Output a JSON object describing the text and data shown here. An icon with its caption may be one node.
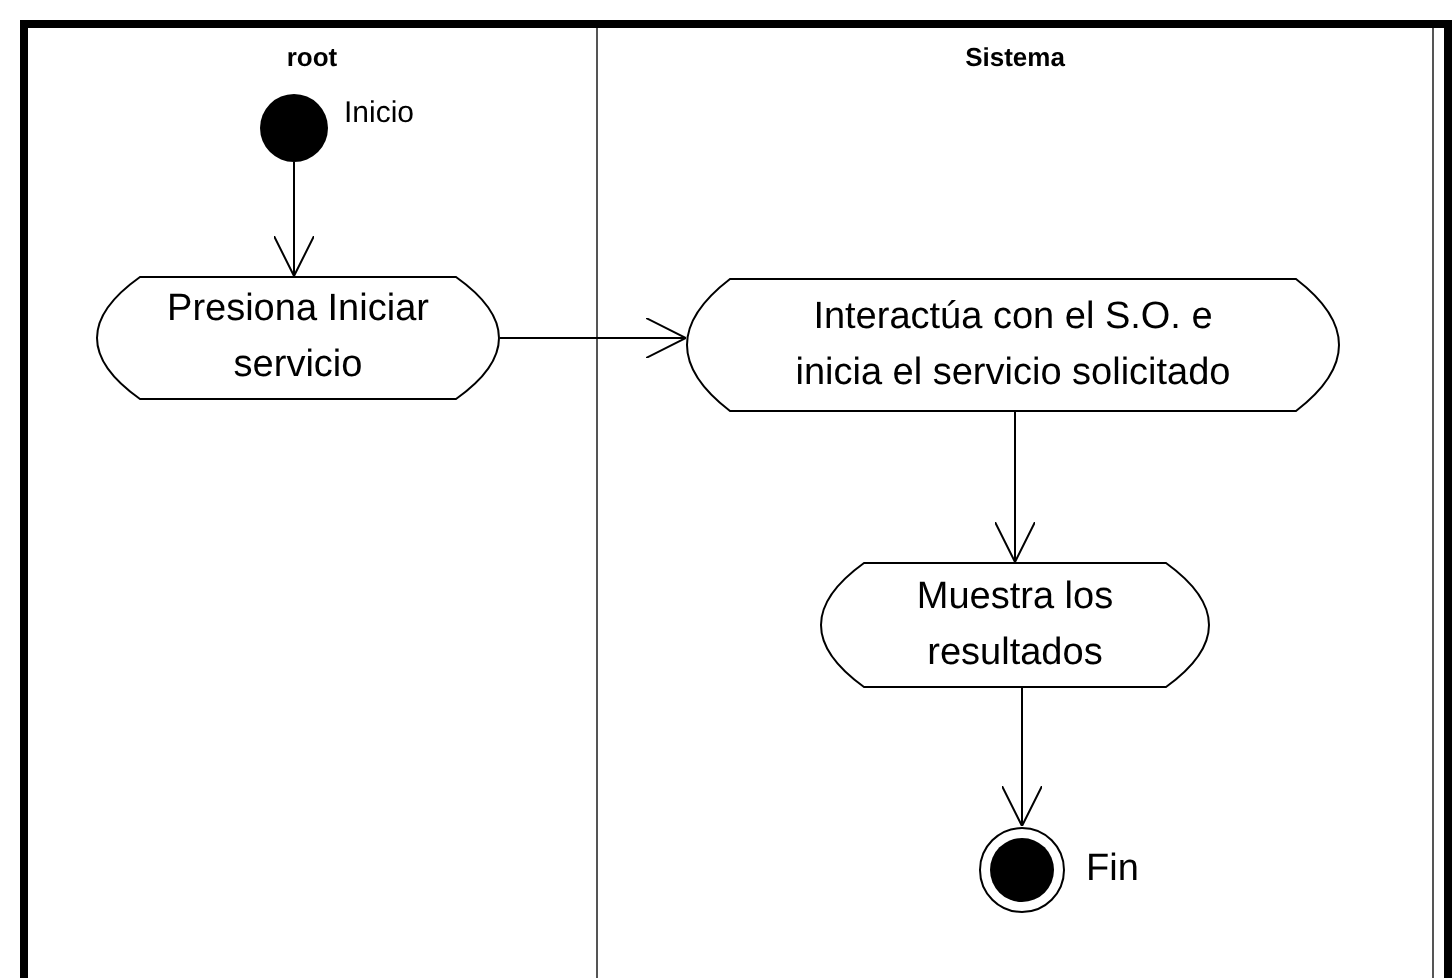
{
  "diagram": {
    "nodes": [
      {
        "text": [
          "root"
        ]
      },
      {
        "text": [
          "Sistema"
        ]
      },
      {
        "text": [],
        "shape": "circle",
        "beside": [
          "Inicio"
        ],
        "in": 0
      },
      {
        "text": [
          "Presiona Iniciar servicio"
        ],
        "in": 0
      },
      {
        "text": [
          "Interactúa con el S.O. e inicia el servicio solicitado"
        ],
        "in": 1
      },
      {
        "text": [
          "Muestra los resultados"
        ],
        "in": 1
      },
      {
        "text": [],
        "shape": "circle",
        "beside": [
          "Fin"
        ],
        "in": 1
      }
    ],
    "edges": [
      {
        "from": 2,
        "to": 3,
        "arrow": "to"
      },
      {
        "from": 3,
        "to": 4,
        "arrow": "to"
      },
      {
        "from": 4,
        "to": 5,
        "arrow": "to"
      },
      {
        "from": 5,
        "to": 6,
        "arrow": "to"
      }
    ]
  }
}
